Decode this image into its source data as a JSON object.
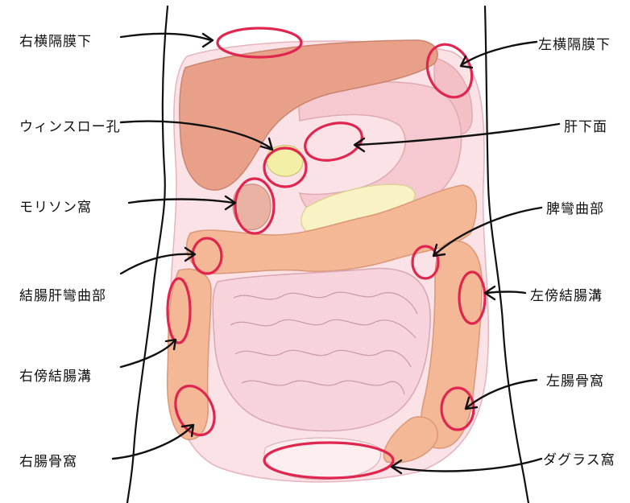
{
  "labels": {
    "right_subphrenic": "右横隔膜下",
    "left_subphrenic": "左横隔膜下",
    "winslow_foramen": "ウィンスロー孔",
    "subhepatic": "肝下面",
    "morison_pouch": "モリソン窩",
    "splenic_flexure": "脾彎曲部",
    "hepatic_flexure": "結腸肝彎曲部",
    "left_paracolic": "左傍結腸溝",
    "right_paracolic": "右傍結腸溝",
    "left_iliac_fossa": "左腸骨窩",
    "right_iliac_fossa": "右腸骨窩",
    "douglas_pouch": "ダグラス窩"
  },
  "colors": {
    "ring": "#e0264f",
    "liver": "#e9a088",
    "stomach": "#f6c9d0",
    "colon": "#f5b896",
    "small_intestine": "#f7d3dc",
    "peritoneum": "#fbe2e6",
    "gallbladder": "#f4efa6"
  }
}
